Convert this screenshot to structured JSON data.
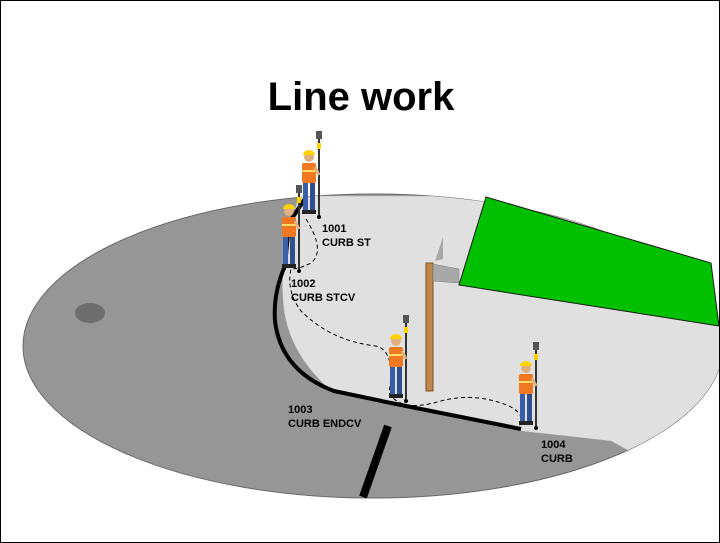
{
  "slide": {
    "title": "Line work"
  },
  "points": [
    {
      "id": "1001",
      "code": "CURB ST"
    },
    {
      "id": "1002",
      "code": "CURB STCV"
    },
    {
      "id": "1003",
      "code": "CURB ENDCV"
    },
    {
      "id": "1004",
      "code": "CURB"
    }
  ],
  "colors": {
    "road": "#969696",
    "sidewalk": "#e0e0e0",
    "grass": "#00c000",
    "pole": "#c08850"
  }
}
